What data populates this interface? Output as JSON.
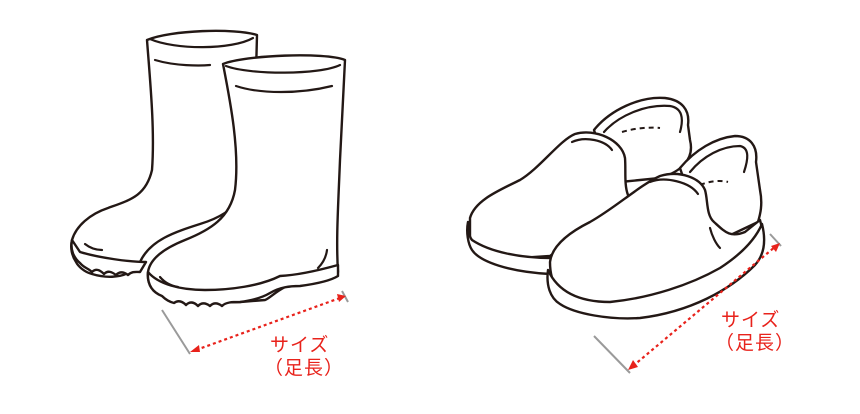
{
  "illustration": {
    "background": "#ffffff",
    "line_color": "#231815",
    "measure_color": "#e8221b",
    "tick_color": "#9a9a9a",
    "items": [
      {
        "name": "rain-boots",
        "label": {
          "line1": "サイズ",
          "line2": "（足長）"
        }
      },
      {
        "name": "slip-on-shoes",
        "label": {
          "line1": "サイズ",
          "line2": "（足長）"
        }
      }
    ]
  }
}
